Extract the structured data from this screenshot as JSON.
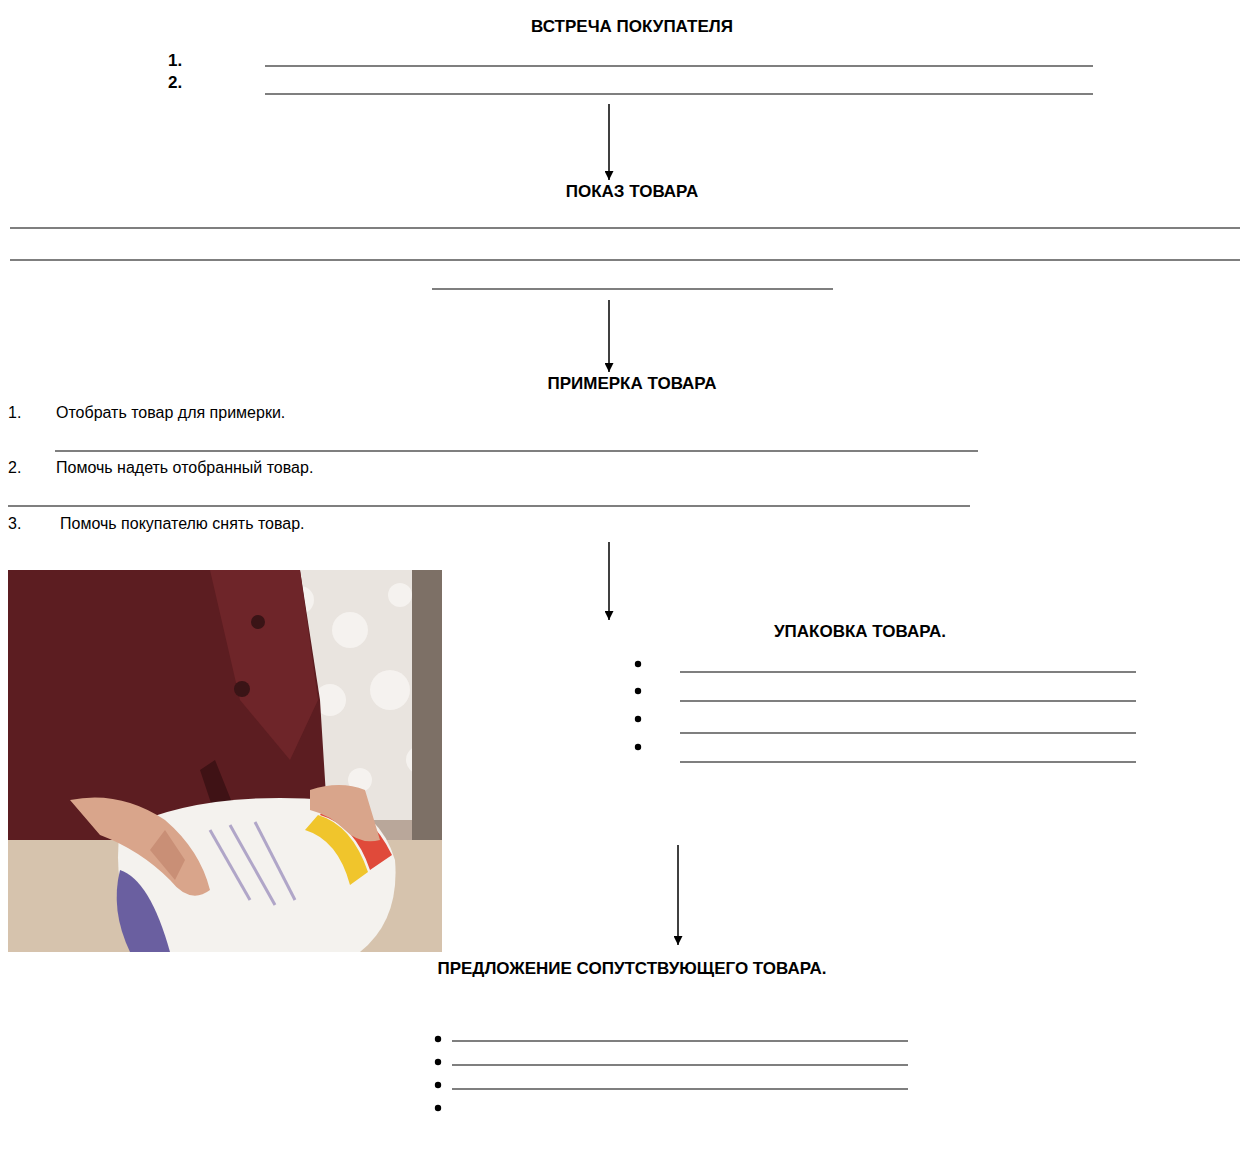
{
  "diagram": {
    "nodes": [
      {
        "text": [
          "ВСТРЕЧА ПОКУПАТЕЛЯ",
          "1.",
          "2."
        ]
      },
      {
        "text": [
          "ПОКАЗ ТОВАРА"
        ]
      },
      {
        "text": [
          "ПРИМЕРКА ТОВАРА",
          "1.",
          "Отобрать товар для примерки.",
          "2.",
          "Помочь надеть отобранный товар.",
          "3.",
          "Помочь покупателю снять товар."
        ]
      },
      {
        "text": [
          "УПАКОВКА ТОВАРА."
        ]
      },
      {
        "text": [
          "ПРЕДЛОЖЕНИЕ СОПУТСТВУЮЩЕГО ТОВАРА."
        ]
      }
    ],
    "edges": [
      {
        "from": 0,
        "to": 1,
        "arrow": "to"
      },
      {
        "from": 1,
        "to": 2,
        "arrow": "to"
      },
      {
        "from": 2,
        "to": 3,
        "arrow": "to"
      },
      {
        "from": 3,
        "to": 4,
        "arrow": "to"
      }
    ]
  }
}
